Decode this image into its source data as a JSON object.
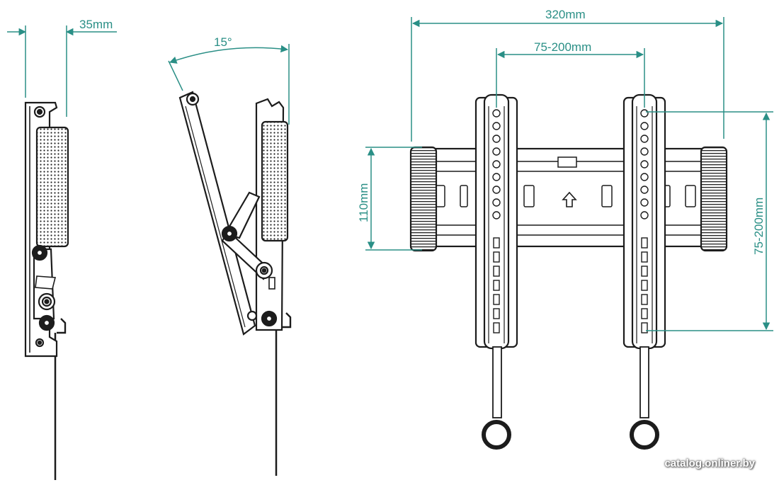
{
  "colors": {
    "dimension": "#2a8f86",
    "line": "#1c1c1c",
    "fill": "#ffffff",
    "shade": "#dadada"
  },
  "dimensions": {
    "side_depth": "35mm",
    "tilt_angle": "15°",
    "total_width": "320mm",
    "vesa_horizontal": "75-200mm",
    "plate_height": "110mm",
    "vesa_vertical": "75-200mm"
  },
  "watermark": "catalog.onliner.by"
}
